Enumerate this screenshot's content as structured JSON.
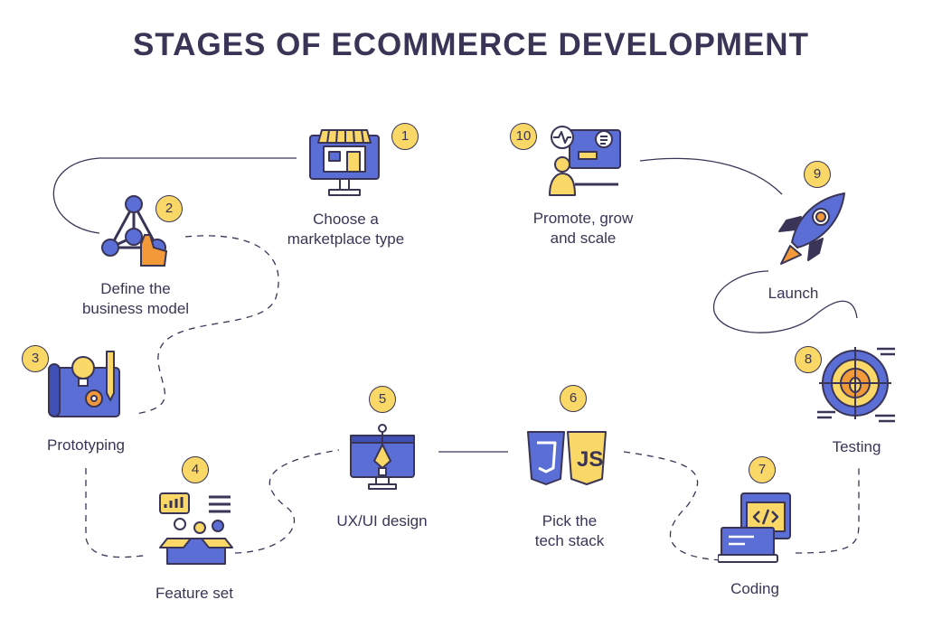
{
  "title": "STAGES OF ECOMMERCE DEVELOPMENT",
  "colors": {
    "ink": "#3a3556",
    "yellow": "#f9d867",
    "blue": "#5a6ed6",
    "orange": "#f29a3a"
  },
  "stages": [
    {
      "number": "1",
      "label": "Choose a\nmarketplace type",
      "icon": "storefront-monitor-icon"
    },
    {
      "number": "2",
      "label": "Define the\nbusiness model",
      "icon": "network-nodes-icon"
    },
    {
      "number": "3",
      "label": "Prototyping",
      "icon": "blueprint-lightbulb-icon"
    },
    {
      "number": "4",
      "label": "Feature set",
      "icon": "feature-box-icon"
    },
    {
      "number": "5",
      "label": "UX/UI design",
      "icon": "pen-tool-monitor-icon"
    },
    {
      "number": "6",
      "label": "Pick the\ntech stack",
      "icon": "css-js-icon"
    },
    {
      "number": "7",
      "label": "Coding",
      "icon": "code-laptop-icon"
    },
    {
      "number": "8",
      "label": "Testing",
      "icon": "bug-target-icon"
    },
    {
      "number": "9",
      "label": "Launch",
      "icon": "rocket-icon"
    },
    {
      "number": "10",
      "label": "Promote, grow\nand scale",
      "icon": "analytics-person-icon"
    }
  ]
}
